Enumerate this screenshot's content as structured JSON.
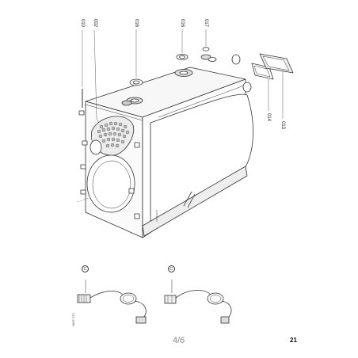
{
  "callouts": {
    "c010": "010",
    "c002": "002",
    "c016a": "016",
    "c016b": "016",
    "c017": "017",
    "c014": "014",
    "c013": "013"
  },
  "drawing_code": "4697 073",
  "cable_a_label": "C",
  "cable_b_label": "C",
  "page_fraction": "4/6",
  "page_number": "21"
}
